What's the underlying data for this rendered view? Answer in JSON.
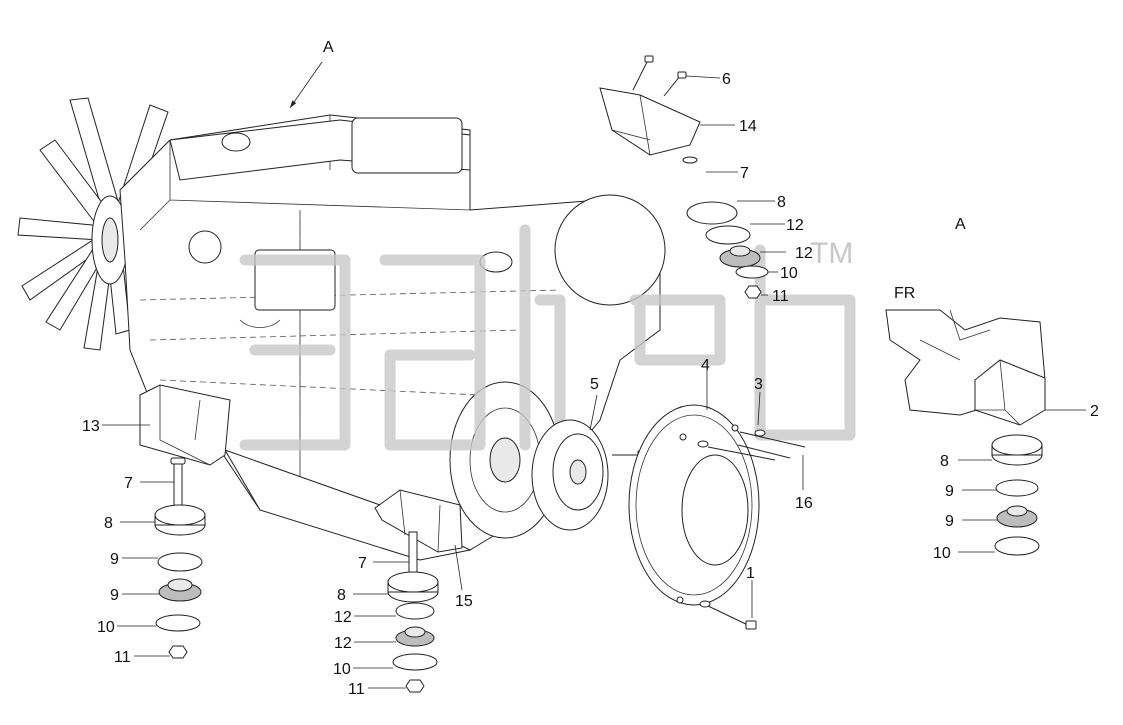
{
  "view_letter": "A",
  "detail_title": "A",
  "front_marker": "FR",
  "watermark_tm": "TM",
  "callouts": {
    "c1": "1",
    "c2": "2",
    "c3": "3",
    "c4": "4",
    "c5": "5",
    "c6": "6",
    "c7a": "7",
    "c7b": "7",
    "c7c": "7",
    "c8a": "8",
    "c8b": "8",
    "c8c": "8",
    "c8d": "8",
    "c9a": "9",
    "c9b": "9",
    "c9c": "9",
    "c9d": "9",
    "c10a": "10",
    "c10b": "10",
    "c10c": "10",
    "c10d": "10",
    "c11a": "11",
    "c11b": "11",
    "c11c": "11",
    "c12a": "12",
    "c12b": "12",
    "c12c": "12",
    "c12d": "12",
    "c13": "13",
    "c14": "14",
    "c15": "15",
    "c16": "16"
  }
}
